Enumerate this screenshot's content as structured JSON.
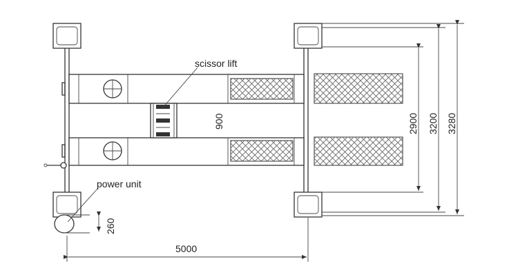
{
  "labels": {
    "scissor_lift": "scissor lift",
    "power_unit": "power unit"
  },
  "dimensions": {
    "inner_gap": "900",
    "pad_length": "2900",
    "outer_length": "3200",
    "overall_length": "3280",
    "power_unit_size": "260",
    "width": "5000"
  }
}
